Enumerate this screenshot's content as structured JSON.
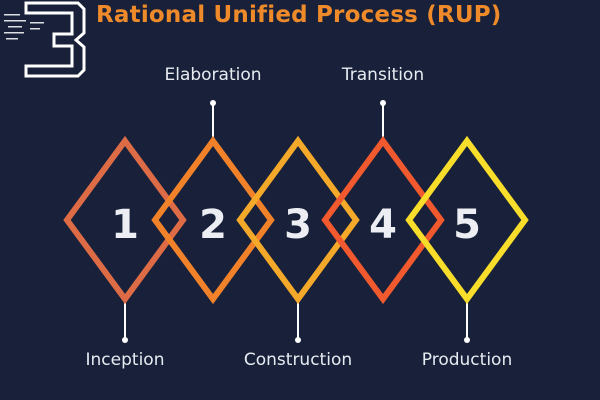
{
  "title": "Rational Unified Process (RUP)",
  "phases": [
    {
      "number": "1",
      "label": "Inception",
      "color": "#dd6c46",
      "label_position": "bottom"
    },
    {
      "number": "2",
      "label": "Elaboration",
      "color": "#f1822a",
      "label_position": "top"
    },
    {
      "number": "3",
      "label": "Construction",
      "color": "#f4a92a",
      "label_position": "bottom"
    },
    {
      "number": "4",
      "label": "Transition",
      "color": "#f2592e",
      "label_position": "top"
    },
    {
      "number": "5",
      "label": "Production",
      "color": "#f8de2b",
      "label_position": "bottom"
    }
  ],
  "colors": {
    "background": "#182139",
    "title": "#ee8a2a",
    "text": "#e7ebf2",
    "connector": "#ffffff",
    "logo": "#ffffff"
  },
  "logo": {
    "icon": "b-logo-icon"
  }
}
